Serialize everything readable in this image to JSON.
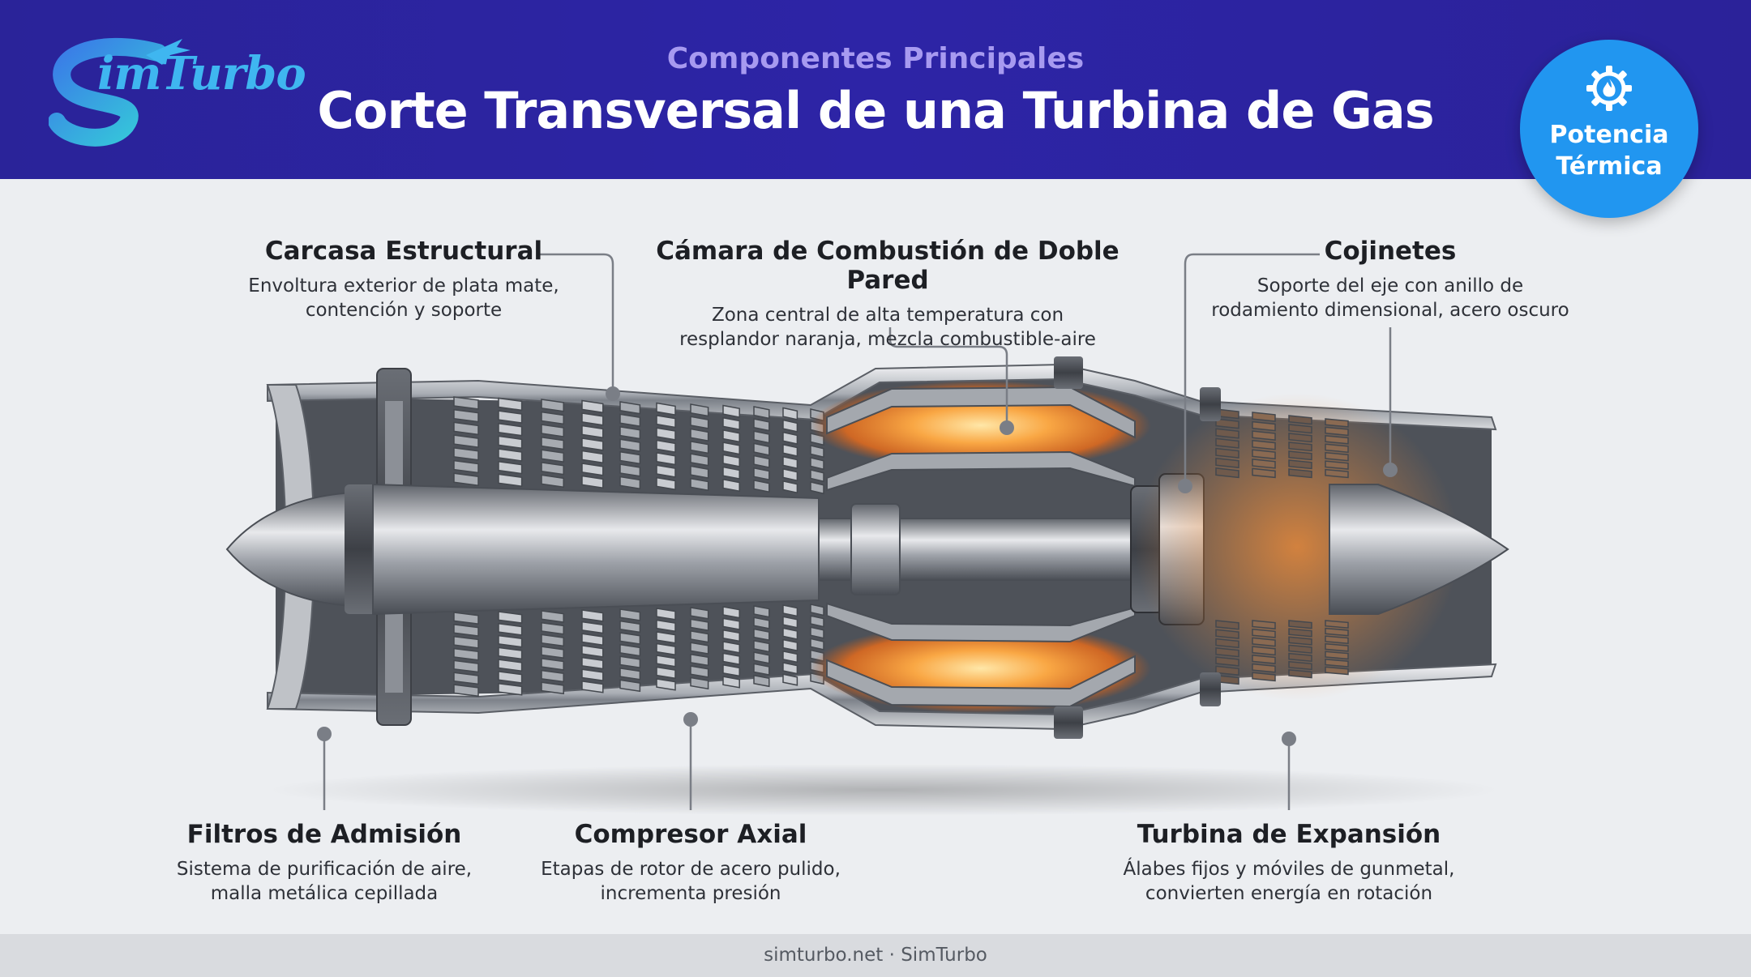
{
  "header": {
    "logo_text": "imTurbo",
    "subtitle": "Componentes Principales",
    "title": "Corte Transversal de una Turbina de Gas",
    "badge_line1": "Potencia",
    "badge_line2": "Térmica",
    "badge_icon": "gear-flame-icon"
  },
  "callouts": {
    "carcasa": {
      "title": "Carcasa Estructural",
      "line1": "Envoltura exterior de plata mate,",
      "line2": "contención y soporte"
    },
    "camara": {
      "title": "Cámara de Combustión de Doble Pared",
      "line1": "Zona central de alta temperatura con",
      "line2": "resplandor naranja, mezcla combustible-aire"
    },
    "cojinetes": {
      "title": "Cojinetes",
      "line1": "Soporte del eje con anillo de",
      "line2": "rodamiento dimensional, acero oscuro"
    },
    "filtros": {
      "title": "Filtros de Admisión",
      "line1": "Sistema de purificación de aire,",
      "line2": "malla metálica cepillada"
    },
    "compresor": {
      "title": "Compresor Axial",
      "line1": "Etapas de rotor de acero pulido,",
      "line2": "incrementa presión"
    },
    "turbina": {
      "title": "Turbina de Expansión",
      "line1": "Álabes fijos y móviles de gunmetal,",
      "line2": "convierten energía en rotación"
    }
  },
  "footer": {
    "text": "simturbo.net · SimTurbo"
  },
  "colors": {
    "header_bg": "#2b2399",
    "badge_bg": "#2196f0",
    "flame": "#f28a2a",
    "logo": "#3fb6f0"
  }
}
